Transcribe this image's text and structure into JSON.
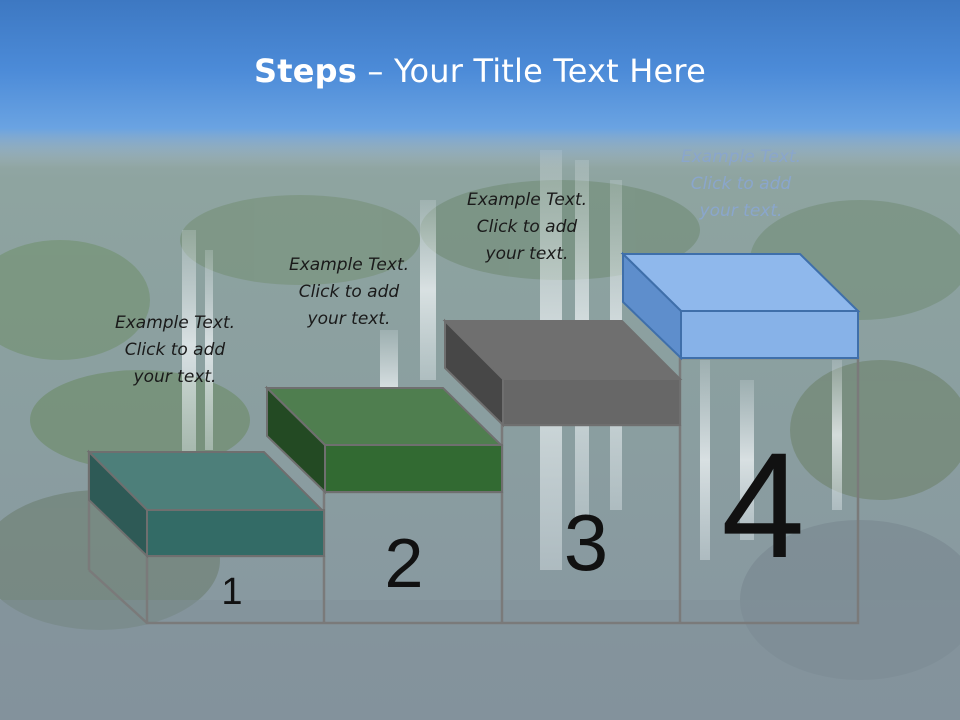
{
  "slide": {
    "title_bold": "Steps",
    "title_rest": " – Your Title Text Here"
  },
  "steps": [
    {
      "number": "1",
      "text_line1": "Example Text.",
      "text_line2": "Click  to add",
      "text_line3": "your text.",
      "color": "#336b66"
    },
    {
      "number": "2",
      "text_line1": "Example Text.",
      "text_line2": "Click  to add",
      "text_line3": "your text.",
      "color": "#326a32"
    },
    {
      "number": "3",
      "text_line1": "Example Text.",
      "text_line2": "Click  to add",
      "text_line3": "your text.",
      "color": "#676767"
    },
    {
      "number": "4",
      "text_line1": "Example Text.",
      "text_line2": "Click  to add",
      "text_line3": "your text.",
      "color": "#87b2e8"
    }
  ],
  "colors": {
    "header_blue": "#4a86d4",
    "background": "#8fa3ae"
  }
}
